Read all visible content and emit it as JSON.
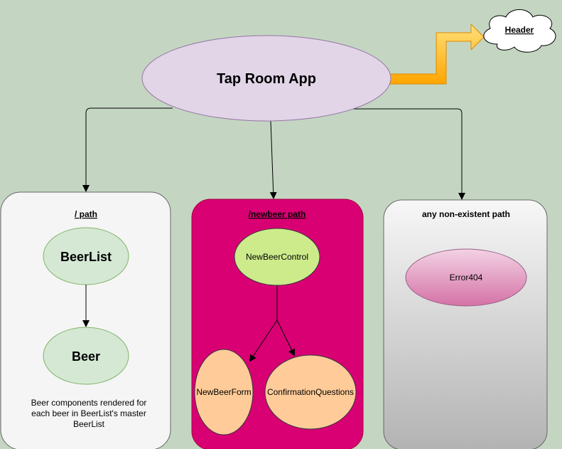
{
  "root": {
    "label": "Tap Room App"
  },
  "header_cloud": {
    "label": "Header"
  },
  "panels": [
    {
      "title": "/ path",
      "nodes": [
        {
          "label": "BeerList"
        },
        {
          "label": "Beer"
        }
      ],
      "note_lines": [
        "Beer components rendered for",
        "each beer in BeerList's master",
        "BeerList"
      ]
    },
    {
      "title": "/newbeer path",
      "nodes": [
        {
          "label": "NewBeerControl"
        },
        {
          "label": "NewBeerForm"
        },
        {
          "label": "ConfirmationQuestions"
        }
      ]
    },
    {
      "title": "any non-existent path",
      "nodes": [
        {
          "label": "Error404"
        }
      ]
    }
  ],
  "colors": {
    "background": "#c4d6c2",
    "root_fill": "#e1d5e7",
    "root_stroke": "#9673a6",
    "panel_light": "#f5f5f5",
    "panel_magenta": "#d80073",
    "green_node": "#d5e8d4",
    "lime_node": "#cdeb8b",
    "orange_node": "#ffcc99",
    "pink_node": "#e6a0c4",
    "arrow_orange": "#ffa500"
  }
}
